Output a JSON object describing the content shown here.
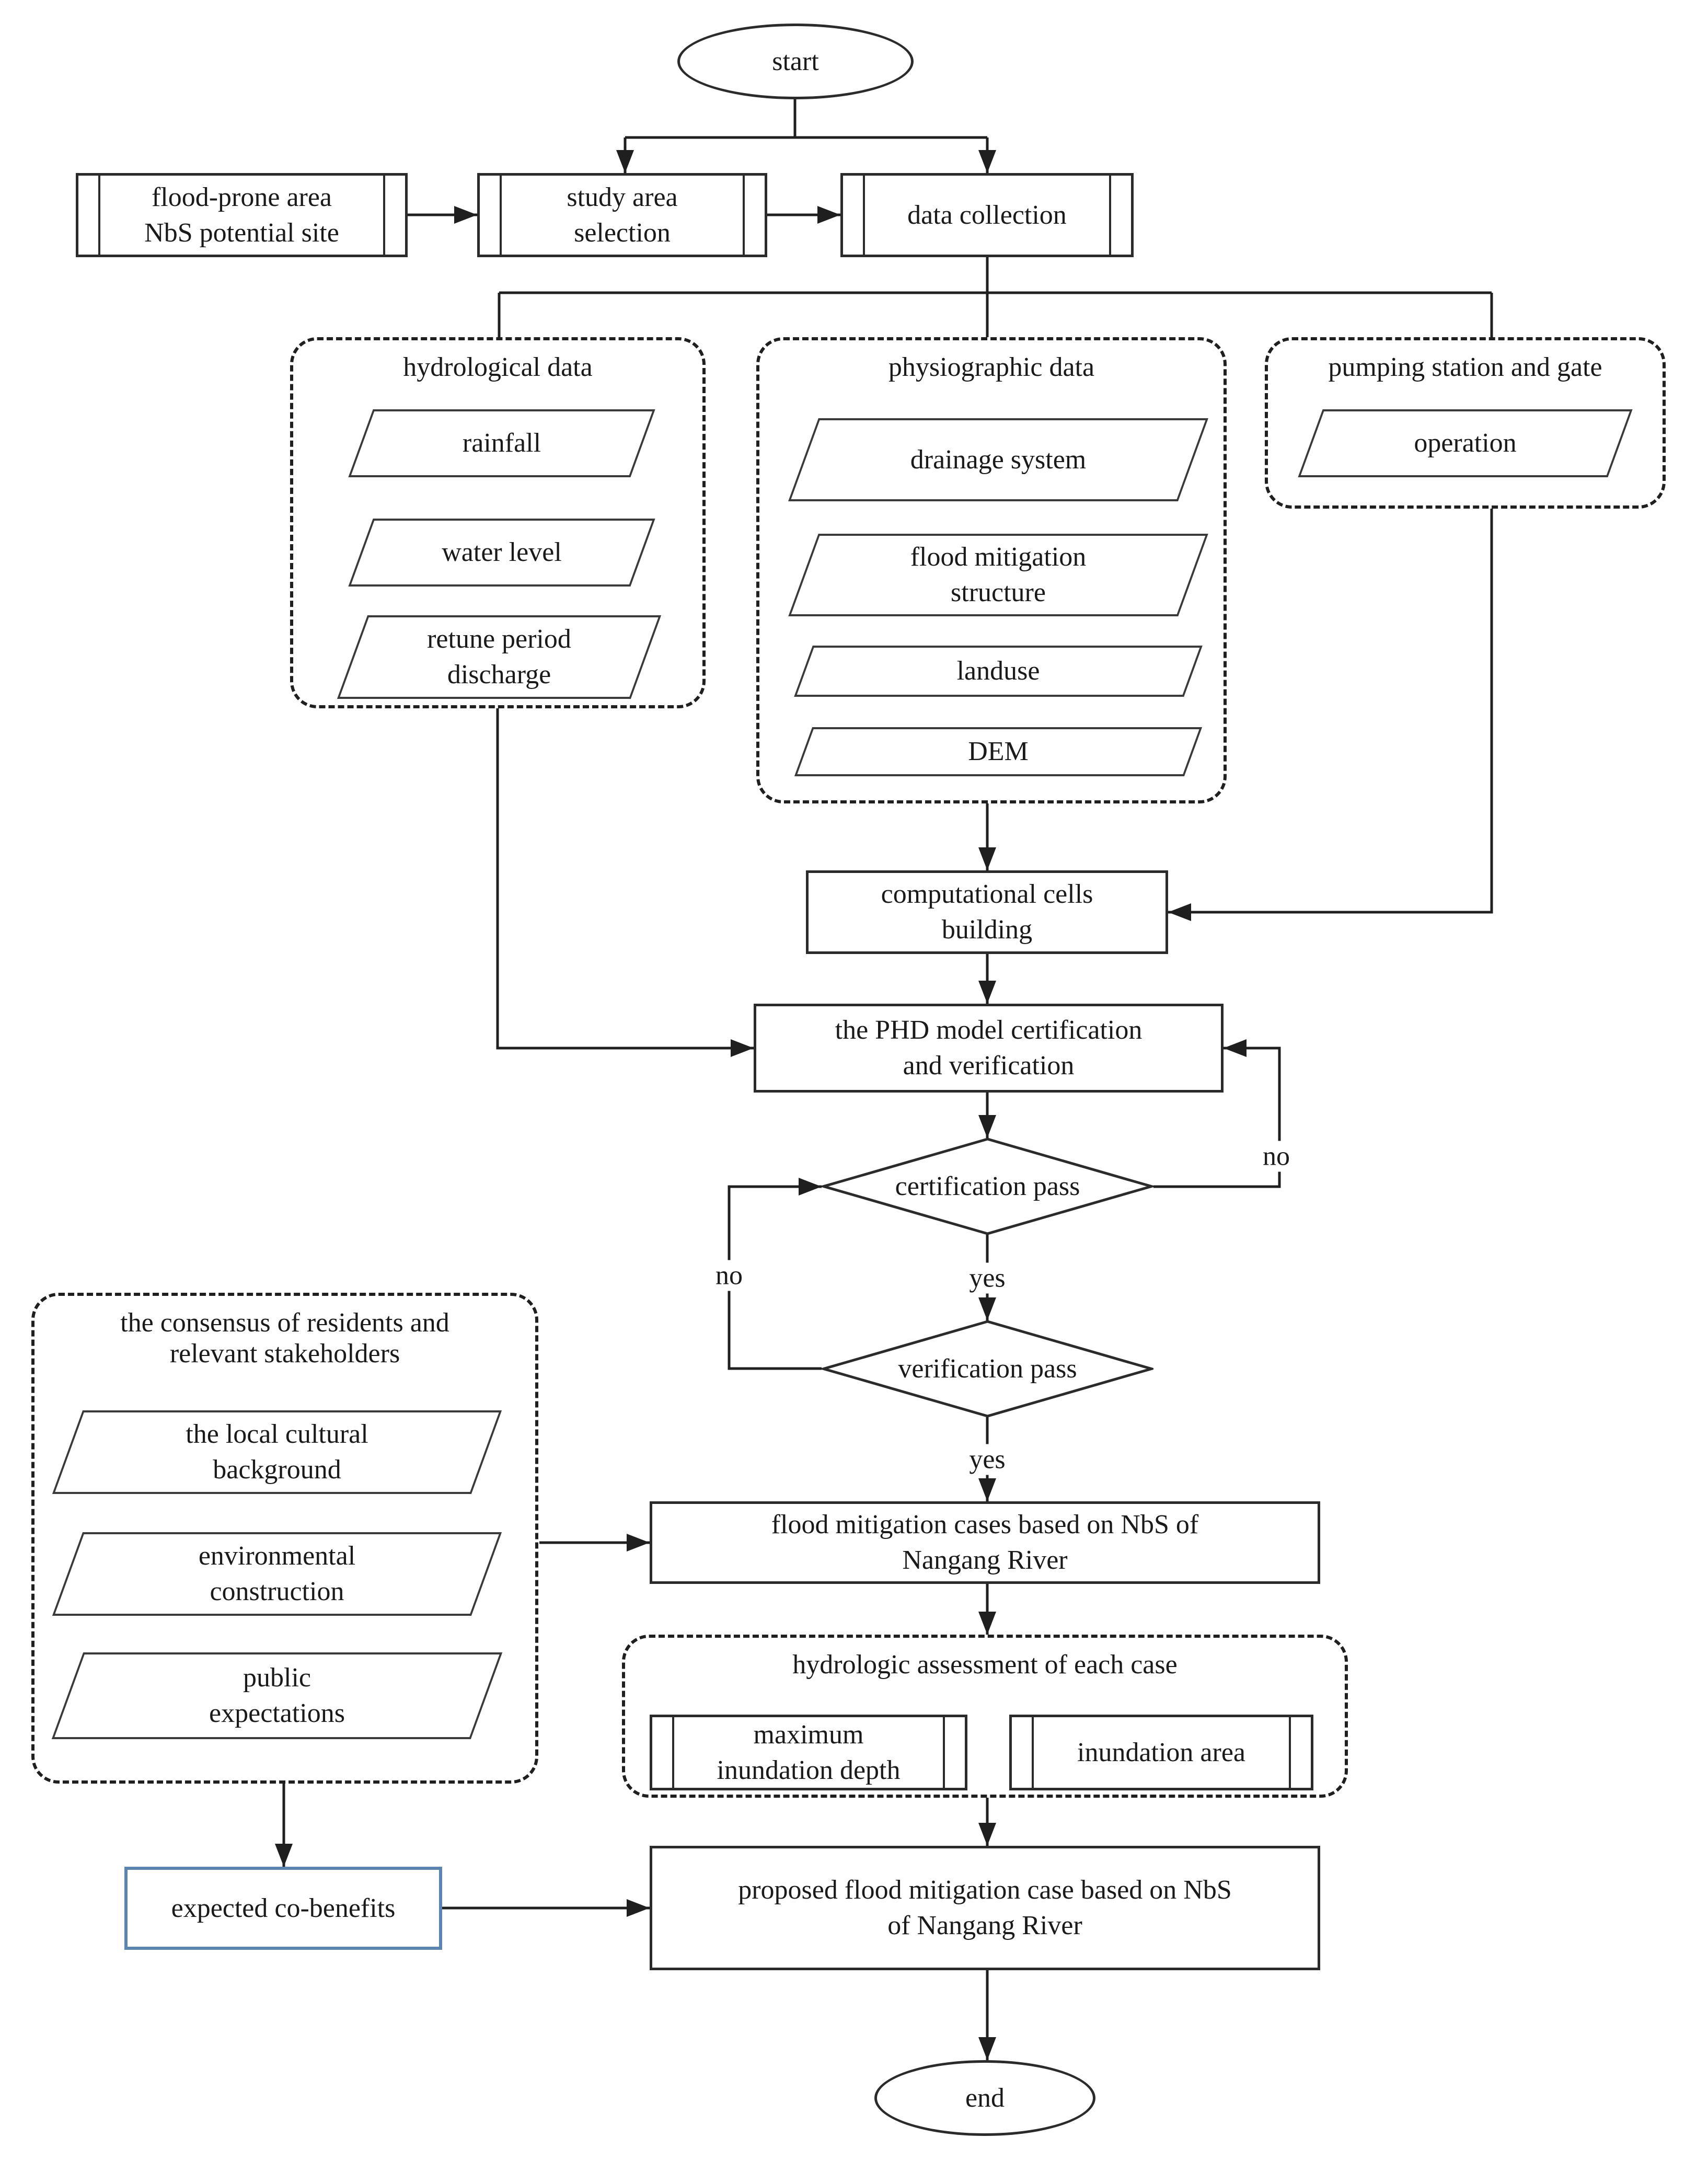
{
  "diagram": {
    "nodes": {
      "start": {
        "label": "start"
      },
      "flood_prone_site": {
        "label": "flood-prone area\nNbS potential site"
      },
      "study_area": {
        "label": "study area\nselection"
      },
      "data_collection": {
        "label": "data collection"
      },
      "hydrological_group": {
        "label": "hydrological data"
      },
      "rainfall": {
        "label": "rainfall"
      },
      "water_level": {
        "label": "water level"
      },
      "return_period_discharge": {
        "label": "retune period\ndischarge"
      },
      "physiographic_group": {
        "label": "physiographic data"
      },
      "drainage_system": {
        "label": "drainage system"
      },
      "flood_mitigation_structure": {
        "label": "flood mitigation\nstructure"
      },
      "landuse": {
        "label": "landuse"
      },
      "dem": {
        "label": "DEM"
      },
      "pumping_group": {
        "label": "pumping station and gate"
      },
      "operation": {
        "label": "operation"
      },
      "computational_cells": {
        "label": "computational cells\nbuilding"
      },
      "phd_model": {
        "label": "the PHD model certification\nand verification"
      },
      "certification_pass": {
        "label": "certification pass"
      },
      "verification_pass": {
        "label": "verification pass"
      },
      "consensus_group": {
        "label": "the consensus of residents and\nrelevant stakeholders"
      },
      "local_cultural": {
        "label": "the local cultural\nbackground"
      },
      "environmental_construction": {
        "label": "environmental\nconstruction"
      },
      "public_expectations": {
        "label": "public\nexpectations"
      },
      "flood_cases": {
        "label": "flood mitigation cases based on NbS of\nNangang River"
      },
      "assessment_group": {
        "label": "hydrologic assessment of each case"
      },
      "max_inundation_depth": {
        "label": "maximum\ninundation depth"
      },
      "inundation_area": {
        "label": "inundation area"
      },
      "expected_cobenefits": {
        "label": "expected co-benefits"
      },
      "proposed_case": {
        "label": "proposed flood mitigation case based on NbS\nof Nangang River"
      },
      "end": {
        "label": "end"
      }
    },
    "edge_labels": {
      "certification_no": "no",
      "certification_yes": "yes",
      "verification_no": "no",
      "verification_yes": "yes"
    },
    "colors": {
      "line": "#1f1f1f",
      "box_border": "#2b2b2b",
      "highlight_border": "#5b84ae",
      "background": "#ffffff",
      "text": "#1a1a1a"
    }
  }
}
